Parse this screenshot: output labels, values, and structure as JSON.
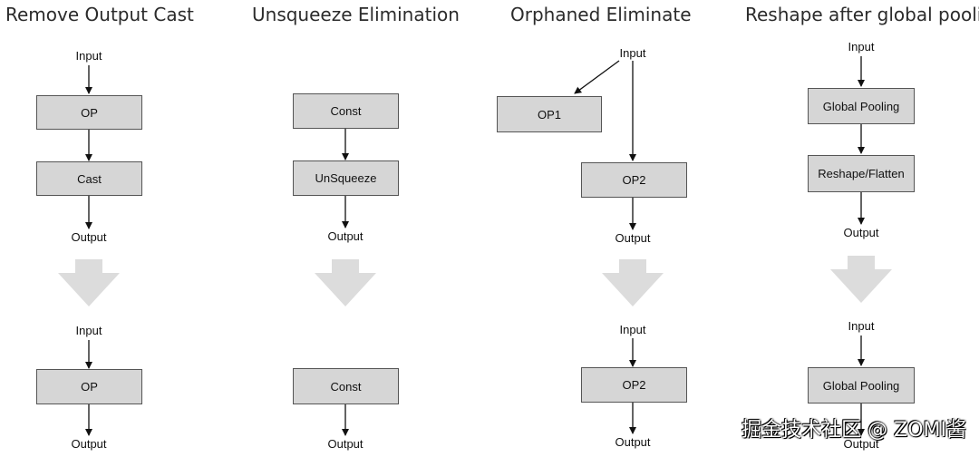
{
  "panels": [
    {
      "title": "Remove Output Cast",
      "before": {
        "input": "Input",
        "nodes": [
          "OP",
          "Cast"
        ],
        "output": "Output"
      },
      "after": {
        "input": "Input",
        "nodes": [
          "OP"
        ],
        "output": "Output"
      }
    },
    {
      "title": "Unsqueeze Elimination",
      "before": {
        "nodes": [
          "Const",
          "UnSqueeze"
        ],
        "output": "Output"
      },
      "after": {
        "nodes": [
          "Const"
        ],
        "output": "Output"
      }
    },
    {
      "title": "Orphaned Eliminate",
      "before": {
        "input": "Input",
        "nodes": [
          "OP1",
          "OP2"
        ],
        "output": "Output"
      },
      "after": {
        "input": "Input",
        "nodes": [
          "OP2"
        ],
        "output": "Output"
      }
    },
    {
      "title": "Reshape after global pooling",
      "before": {
        "input": "Input",
        "nodes": [
          "Global Pooling",
          "Reshape/Flatten"
        ],
        "output": "Output"
      },
      "after": {
        "input": "Input",
        "nodes": [
          "Global Pooling"
        ],
        "output": "Output"
      }
    }
  ],
  "watermark": "掘金技术社区 @ ZOMI酱",
  "colors": {
    "node_fill": "#d6d6d6",
    "node_border": "#555555",
    "transform_arrow": "#dcdcdc",
    "edge": "#111111"
  }
}
